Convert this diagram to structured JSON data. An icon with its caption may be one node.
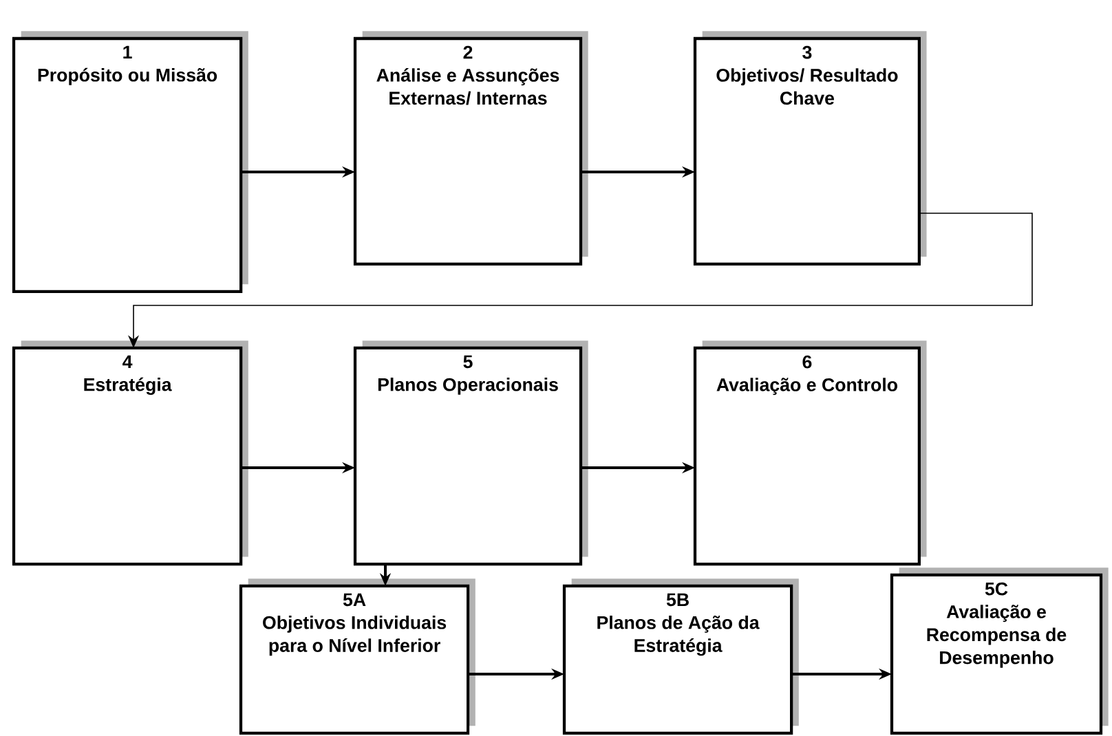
{
  "diagram": {
    "nodes": [
      {
        "text": [
          "1",
          "Propósito ou Missão"
        ]
      },
      {
        "text": [
          "2",
          "Análise e Assunções Externas/ Internas"
        ]
      },
      {
        "text": [
          "3",
          "Objetivos/ Resultado Chave"
        ]
      },
      {
        "text": [
          "4",
          "Estratégia"
        ]
      },
      {
        "text": [
          "5",
          "Planos Operacionais"
        ]
      },
      {
        "text": [
          "6",
          "Avaliação e Controlo"
        ]
      },
      {
        "text": [
          "5A",
          "Objetivos Individuais para o Nível Inferior"
        ]
      },
      {
        "text": [
          "5B",
          "Planos de Ação da Estratégia"
        ]
      },
      {
        "text": [
          "5C",
          "Avaliação e Recompensa de Desempenho"
        ]
      }
    ],
    "edges": [
      {
        "from": 0,
        "to": 1,
        "arrow": "to"
      },
      {
        "from": 1,
        "to": 2,
        "arrow": "to"
      },
      {
        "from": 2,
        "to": 3,
        "arrow": "to"
      },
      {
        "from": 3,
        "to": 4,
        "arrow": "to"
      },
      {
        "from": 4,
        "to": 5,
        "arrow": "to"
      },
      {
        "from": 4,
        "to": 6,
        "arrow": "to"
      },
      {
        "from": 6,
        "to": 7,
        "arrow": "to"
      },
      {
        "from": 7,
        "to": 8,
        "arrow": "to"
      }
    ]
  }
}
